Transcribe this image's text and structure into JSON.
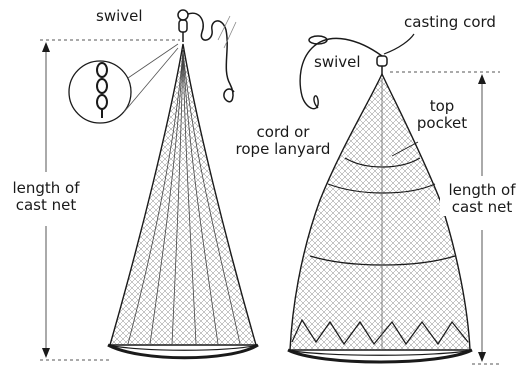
{
  "labels": {
    "swivel_left": "swivel",
    "swivel_right": "swivel",
    "casting_cord": "casting cord",
    "top_pocket": [
      "top",
      "pocket"
    ],
    "cord_lanyard": [
      "cord or",
      "rope lanyard"
    ],
    "length_left": [
      "length of",
      "cast net"
    ],
    "length_right": [
      "length of",
      "cast net"
    ]
  },
  "colors": {
    "ink": "#1a1a1a",
    "dash": "#555555",
    "fill": "#ffffff"
  }
}
